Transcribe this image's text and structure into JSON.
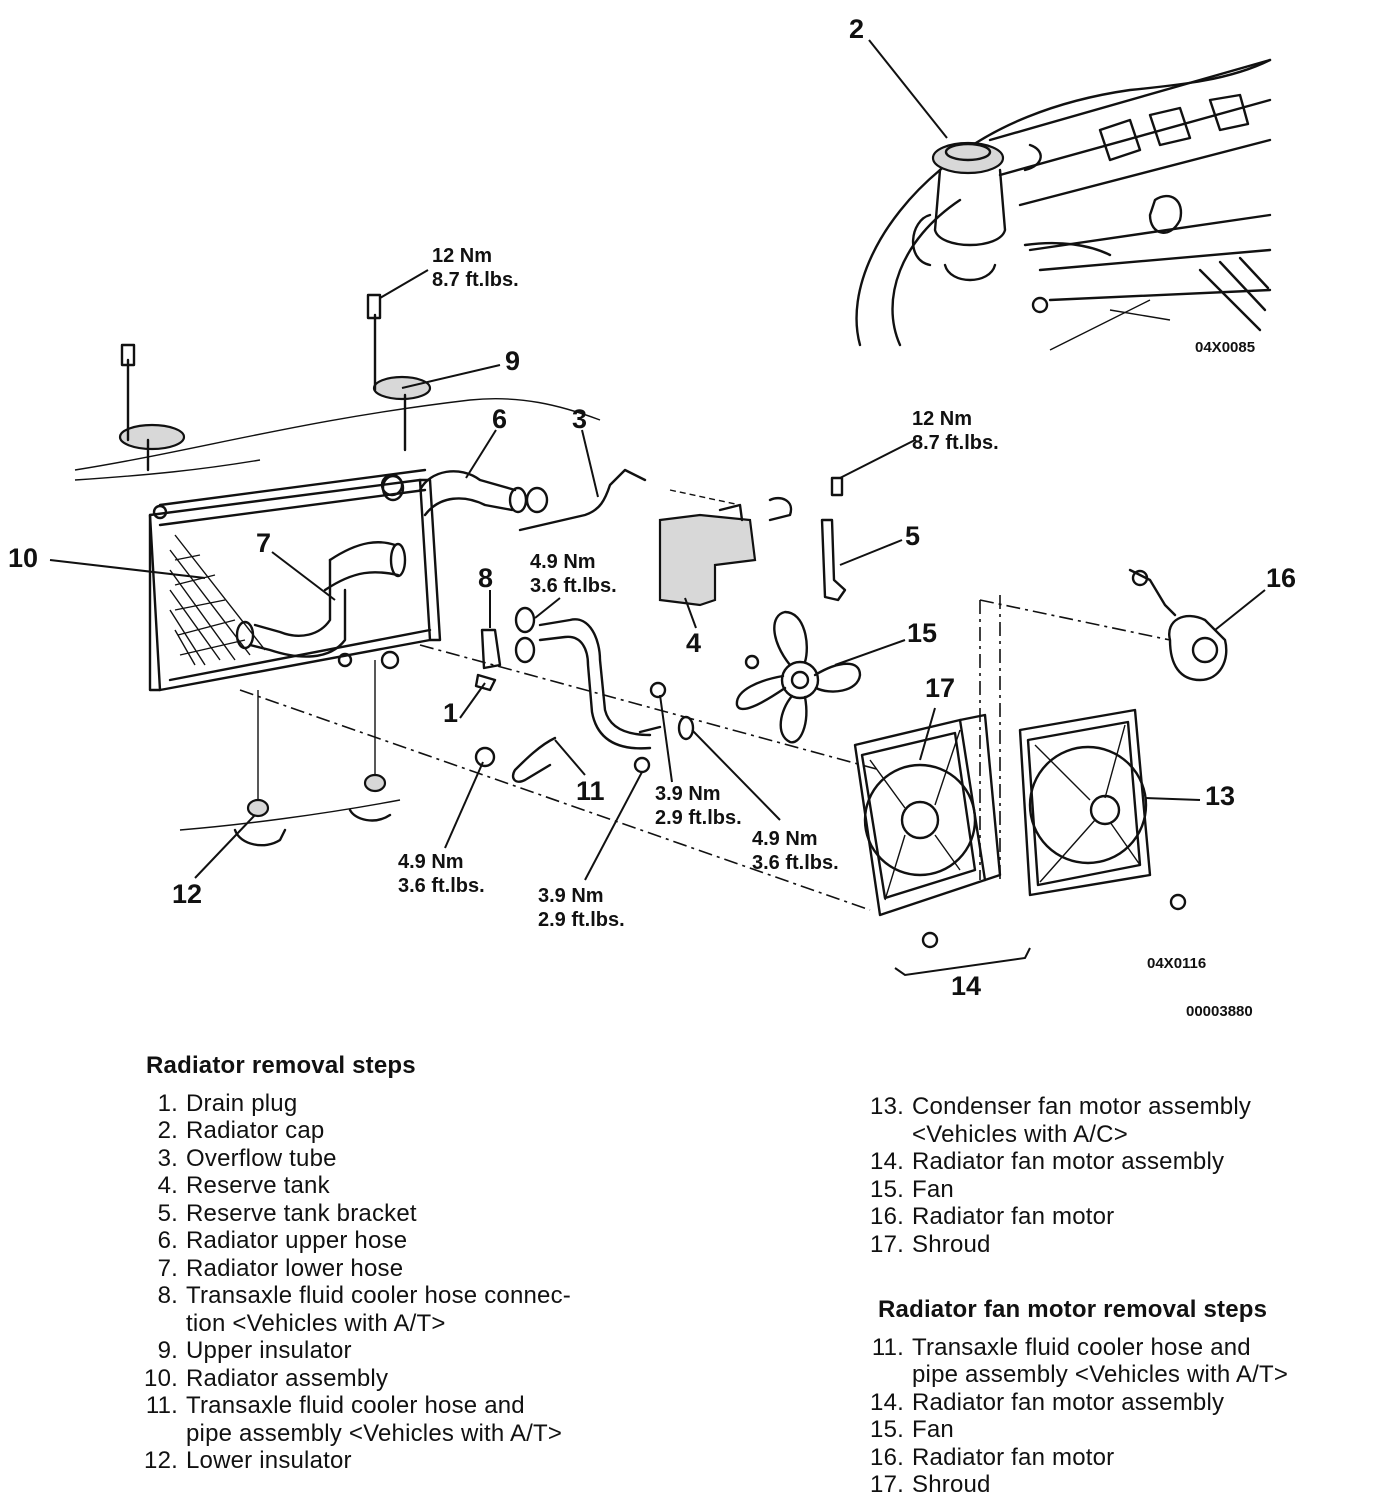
{
  "diagram": {
    "callouts": [
      "1",
      "2",
      "3",
      "4",
      "5",
      "6",
      "7",
      "8",
      "9",
      "10",
      "11",
      "12",
      "13",
      "14",
      "15",
      "16",
      "17"
    ],
    "torque": {
      "t12": [
        "12 Nm",
        "8.7 ft.lbs."
      ],
      "t12b": [
        "12 Nm",
        "8.7 ft.lbs."
      ],
      "t49a": [
        "4.9 Nm",
        "3.6 ft.lbs."
      ],
      "t49b": [
        "4.9 Nm",
        "3.6 ft.lbs."
      ],
      "t49c": [
        "4.9 Nm",
        "3.6 ft.lbs."
      ],
      "t39a": [
        "3.9 Nm",
        "2.9 ft.lbs."
      ],
      "t39b": [
        "3.9 Nm",
        "2.9 ft.lbs."
      ]
    },
    "codes": {
      "inset": "04X0085",
      "main": "04X0116",
      "figure": "00003880"
    }
  },
  "radiator_steps": {
    "heading": "Radiator removal steps",
    "items": [
      {
        "num": "1.",
        "text": "Drain plug"
      },
      {
        "num": "2.",
        "text": "Radiator cap"
      },
      {
        "num": "3.",
        "text": "Overflow tube"
      },
      {
        "num": "4.",
        "text": "Reserve tank"
      },
      {
        "num": "5.",
        "text": "Reserve tank bracket"
      },
      {
        "num": "6.",
        "text": "Radiator upper hose"
      },
      {
        "num": "7.",
        "text": "Radiator lower hose"
      },
      {
        "num": "8.",
        "text": "Transaxle fluid cooler hose connec-",
        "text2": "tion <Vehicles with A/T>"
      },
      {
        "num": "9.",
        "text": "Upper insulator"
      },
      {
        "num": "10.",
        "text": "Radiator assembly"
      },
      {
        "num": "11.",
        "text": "Transaxle fluid cooler hose and",
        "text2": "pipe assembly <Vehicles with A/T>"
      },
      {
        "num": "12.",
        "text": "Lower insulator"
      }
    ],
    "continued": [
      {
        "num": "13.",
        "text": "Condenser fan motor assembly",
        "text2": "<Vehicles with A/C>"
      },
      {
        "num": "14.",
        "text": "Radiator fan motor assembly"
      },
      {
        "num": "15.",
        "text": "Fan"
      },
      {
        "num": "16.",
        "text": "Radiator fan motor"
      },
      {
        "num": "17.",
        "text": "Shroud"
      }
    ]
  },
  "fan_motor_steps": {
    "heading": "Radiator fan motor removal steps",
    "items": [
      {
        "num": "11.",
        "text": "Transaxle fluid cooler hose and",
        "text2": "pipe assembly <Vehicles with A/T>"
      },
      {
        "num": "14.",
        "text": "Radiator fan motor assembly"
      },
      {
        "num": "15.",
        "text": "Fan"
      },
      {
        "num": "16.",
        "text": "Radiator fan motor"
      },
      {
        "num": "17.",
        "text": "Shroud"
      }
    ]
  }
}
